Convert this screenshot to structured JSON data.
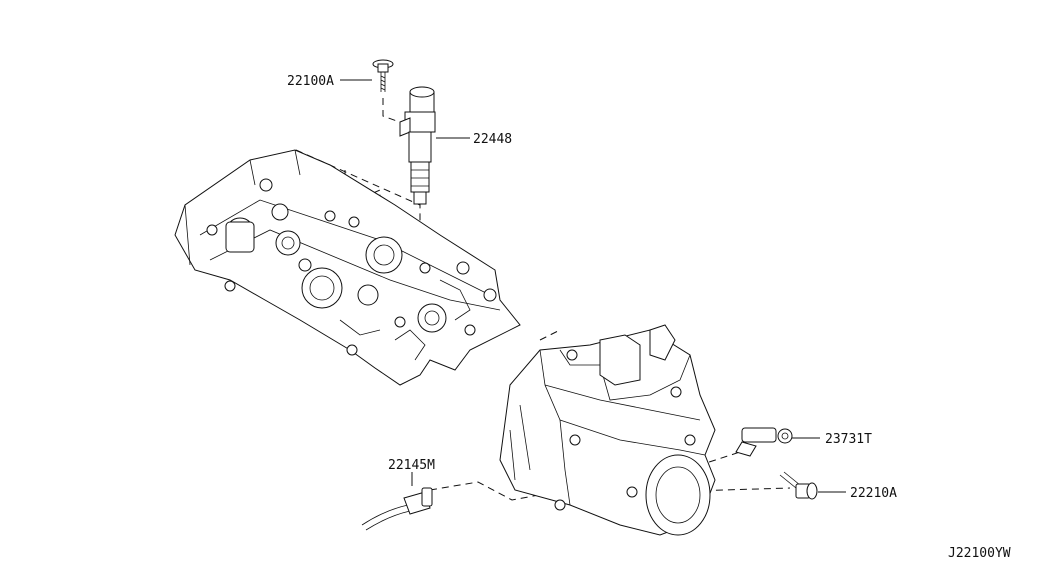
{
  "labels": {
    "p22100A": "22100A",
    "p22448": "22448",
    "p22145M": "22145M",
    "p23731T": "23731T",
    "p22210A": "22210A",
    "diagram_code": "J22100YW"
  }
}
